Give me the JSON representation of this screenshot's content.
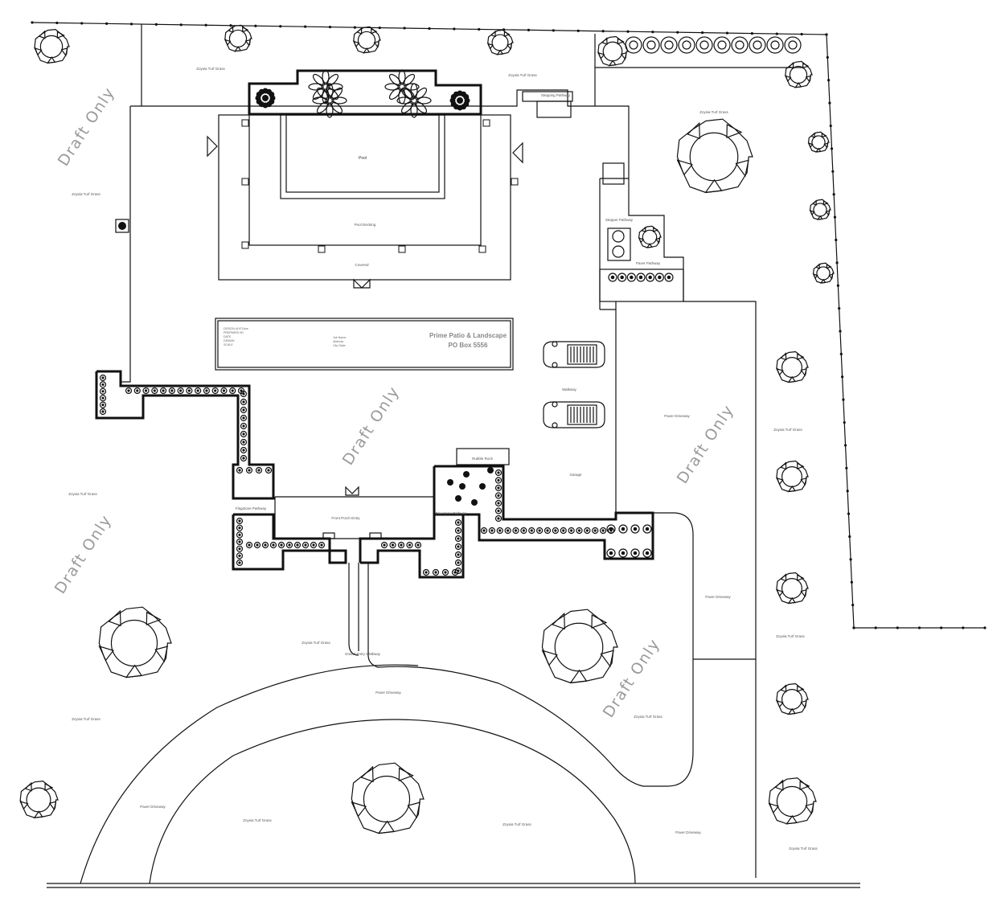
{
  "title_block": {
    "company": "Prime Patio & Landscape",
    "po_box": "PO Box 5556",
    "left_lines": [
      "DESIGN #1971Ave",
      "PREPARED BY",
      "DATE",
      "DRAWN",
      "SCALE"
    ],
    "mid_lines": [
      "Job Name",
      "Address",
      "City State"
    ]
  },
  "watermarks": [
    "Draft Only",
    "Draft Only",
    "Draft Only",
    "Draft Only",
    "Draft Only"
  ],
  "labels": {
    "pool": "Pool",
    "pool_decking": "Pool Decking",
    "covered": "Covered",
    "zoysia": "Zoysia Turf Grass",
    "paver_driveway": "Paver Driveway",
    "walkway": "Walkway",
    "garage": "Garage",
    "front_porch": "Front Porch Entry",
    "flagstone_pathway": "Flagstone Pathway",
    "bluestone_pathway": "Bluestone Pathway",
    "stepping_pathway": "Stepping Pathway",
    "stepper_pathway": "Stepper Pathway",
    "paver_pathway": "Paver Pathway",
    "rubble_rock": "Rubble Rock",
    "gravel_entry": "Gravel Entry Walkway"
  },
  "icons": [
    "deciduous-tree-icon",
    "shrub-icon",
    "boxwood-icon",
    "car-icon",
    "fence-post-icon",
    "ac-unit-icon"
  ]
}
